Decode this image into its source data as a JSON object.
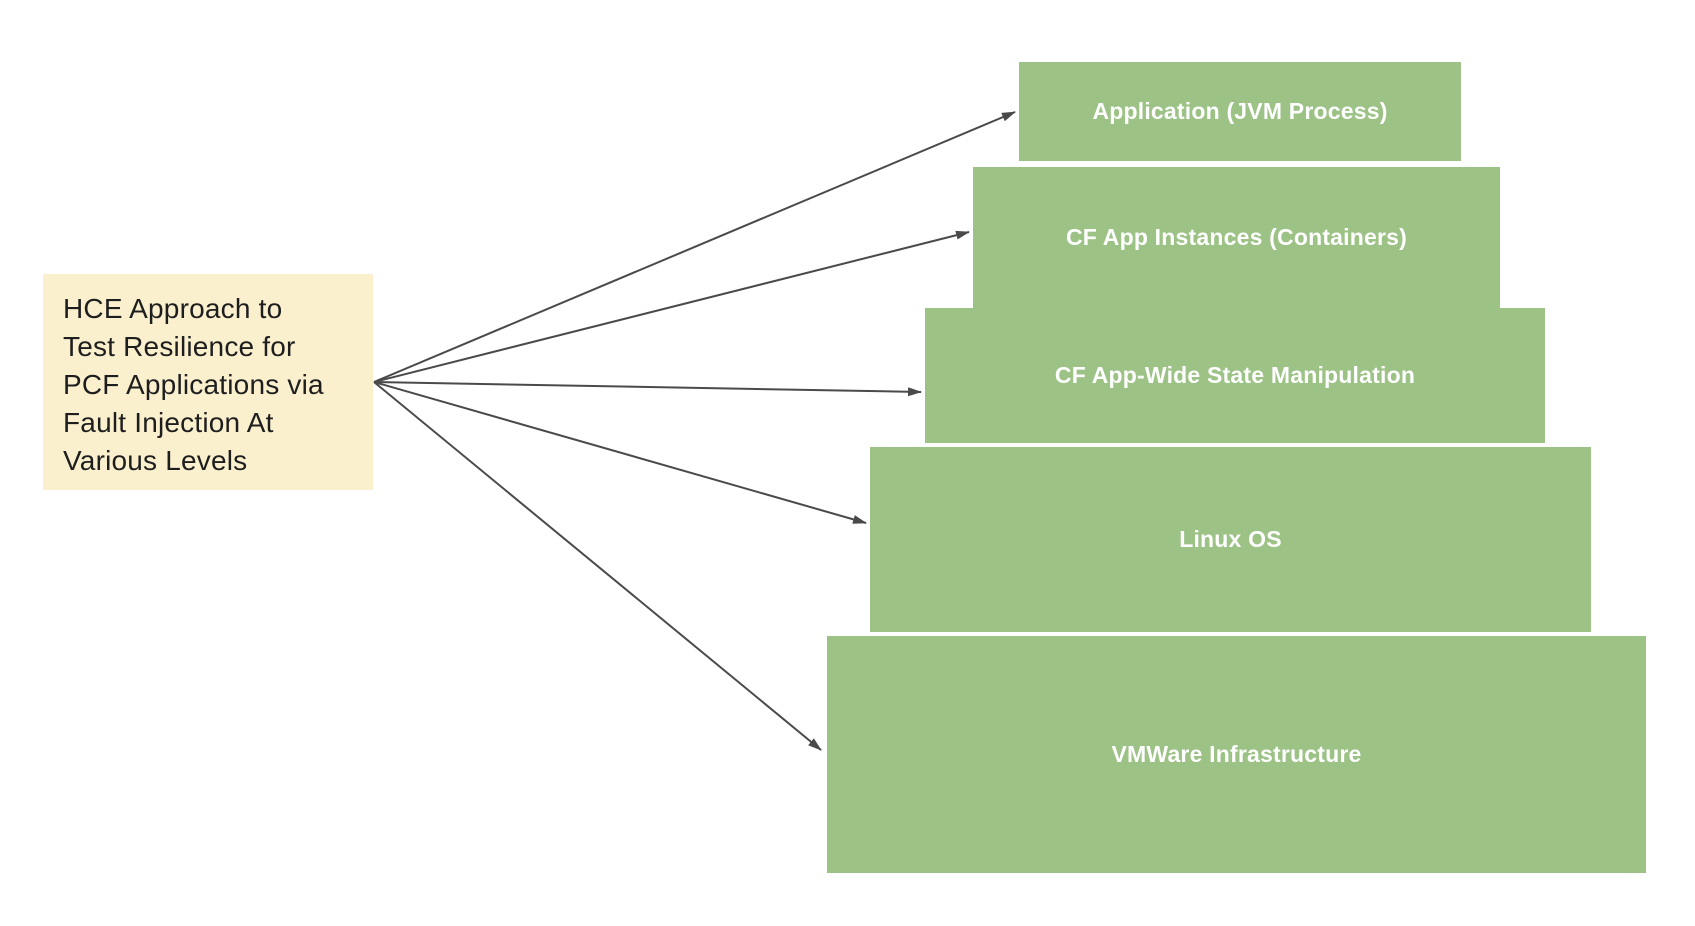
{
  "diagram": {
    "note": {
      "text": "HCE Approach to\nTest Resilience for\nPCF Applications via\nFault Injection At\nVarious Levels"
    },
    "levels": [
      {
        "label": "Application (JVM Process)"
      },
      {
        "label": "CF App Instances (Containers)"
      },
      {
        "label": "CF App-Wide State Manipulation"
      },
      {
        "label": "Linux OS"
      },
      {
        "label": "VMWare Infrastructure"
      }
    ],
    "colors": {
      "level_fill": "#9CC286",
      "note_fill": "#FAF0CE",
      "arrow": "#4A4A4A",
      "level_text": "#FFFFFF",
      "note_text": "#1E1E1E",
      "background": "#FFFFFF"
    }
  }
}
